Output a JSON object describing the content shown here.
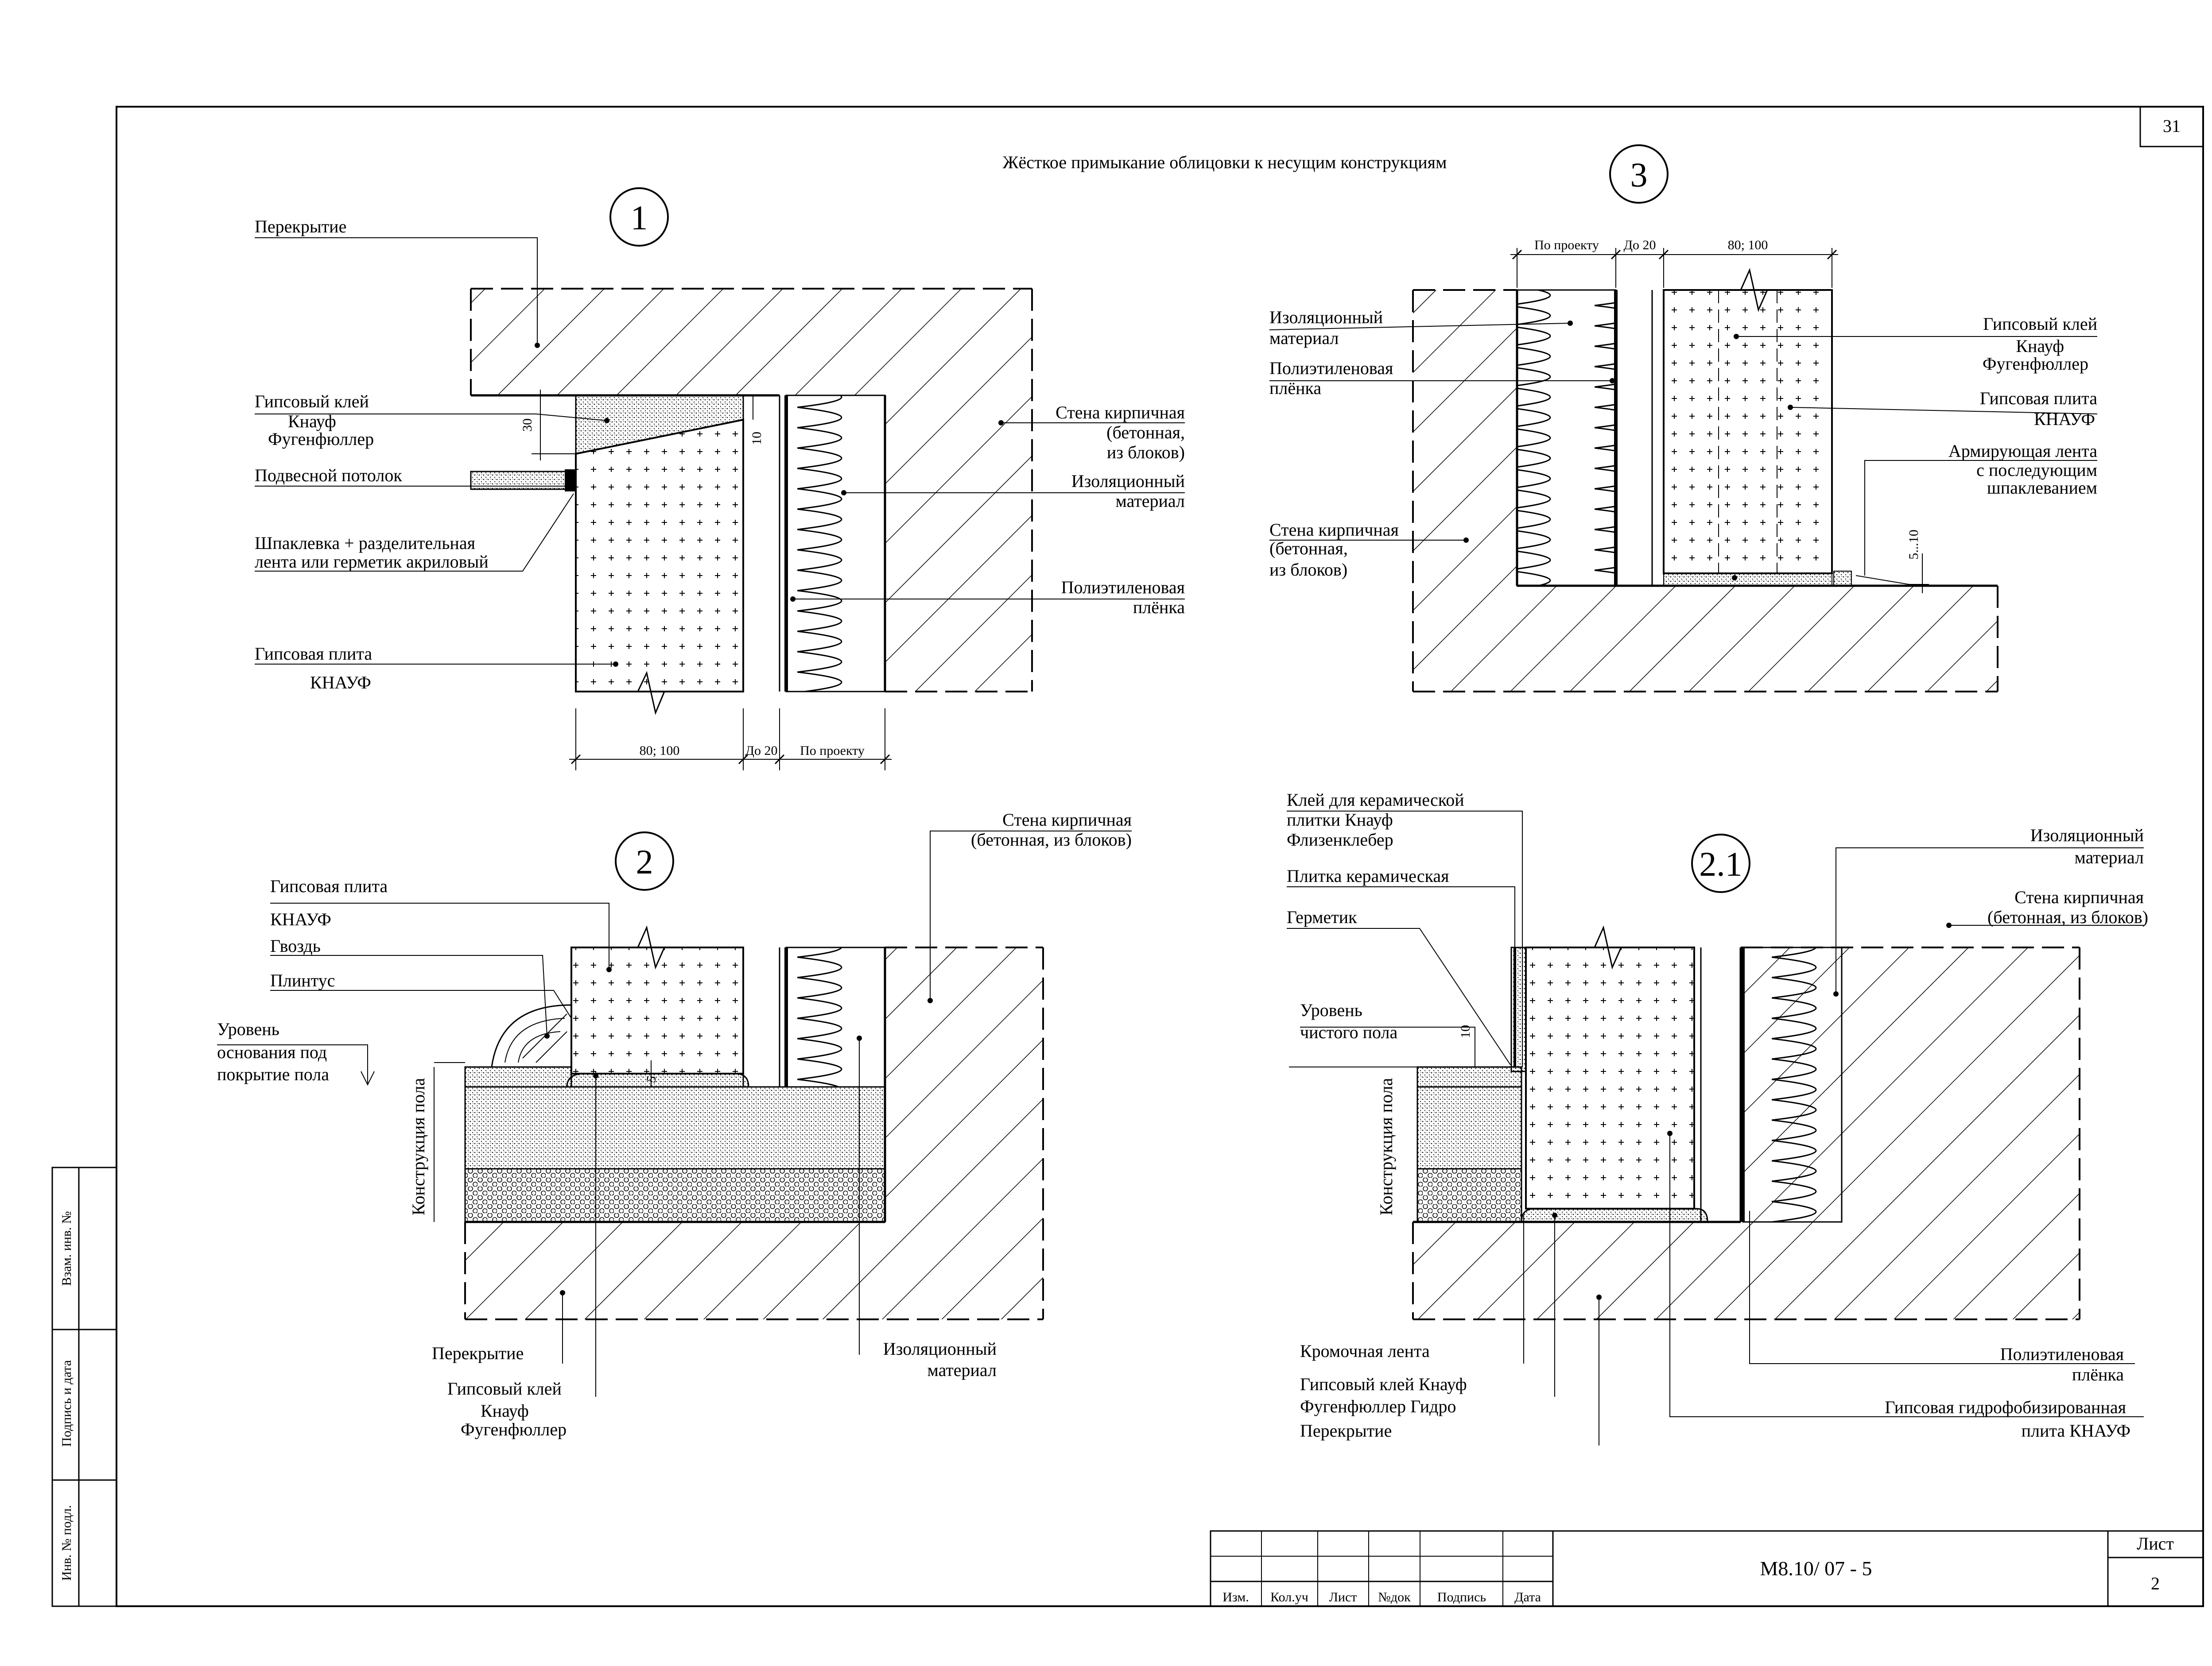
{
  "sheet": {
    "page_number": "31",
    "title": "Жёсткое примыкание облицовки к несущим конструкциям",
    "doc_code": "М8.10/ 07 - 5",
    "sheet_label": "Лист",
    "sheet_number": "2",
    "stamp_cols": [
      "Изм.",
      "Кол.уч",
      "Лист",
      "№док",
      "Подпись",
      "Дата"
    ],
    "side_fields": [
      "Взам. инв. №",
      "Подпись и дата",
      "Инв. № подл."
    ]
  },
  "detail1": {
    "mark": "1",
    "labels": {
      "slab": "Перекрытие",
      "glue_1": "Гипсовый клей",
      "glue_2": "Кнауф",
      "glue_3": "Фугенфюллер",
      "ceiling": "Подвесной потолок",
      "putty_1": "Шпаклевка + разделительная",
      "putty_2": "лента или герметик акриловый",
      "board_1": "Гипсовая плита",
      "board_2": "КНАУФ",
      "wall_1": "Стена кирпичная",
      "wall_2": "(бетонная,",
      "wall_3": "из блоков)",
      "insul_1": "Изоляционный",
      "insul_2": "материал",
      "film_1": "Полиэтиленовая",
      "film_2": "плёнка"
    },
    "dims": {
      "d30": "30",
      "d10": "10",
      "w1": "80; 100",
      "w2": "До 20",
      "w3": "По проекту"
    }
  },
  "detail2": {
    "mark": "2",
    "labels": {
      "wall_1": "Стена кирпичная",
      "wall_2": "(бетонная, из блоков)",
      "board_1": "Гипсовая плита",
      "board_2": "КНАУФ",
      "nail": "Гвоздь",
      "skirting": "Плинтус",
      "level_1": "Уровень",
      "level_2": "основания под",
      "level_3": "покрытие пола",
      "floor": "Конструкция пола",
      "slab": "Перекрытие",
      "glue_1": "Гипсовый клей",
      "glue_2": "Кнауф",
      "glue_3": "Фугенфюллер",
      "insul_1": "Изоляционный",
      "insul_2": "материал"
    },
    "dims": {
      "d5": "5"
    }
  },
  "detail21": {
    "mark": "2.1",
    "labels": {
      "tileglue_1": "Клей для керамической",
      "tileglue_2": "плитки Кнауф",
      "tileglue_3": "Флизенклебер",
      "tile": "Плитка керамическая",
      "sealant": "Герметик",
      "level_1": "Уровень",
      "level_2": "чистого пола",
      "floor": "Конструкция пола",
      "insul_1": "Изоляционный",
      "insul_2": "материал",
      "wall_1": "Стена кирпичная",
      "wall_2": "(бетонная, из блоков)",
      "edge": "Кромочная лента",
      "glue_1": "Гипсовый клей Кнауф",
      "glue_2": "Фугенфюллер Гидро",
      "slab": "Перекрытие",
      "film_1": "Полиэтиленовая",
      "film_2": "плёнка",
      "hboard_1": "Гипсовая гидрофобизированная",
      "hboard_2": "плита КНАУФ"
    },
    "dims": {
      "d10": "10"
    }
  },
  "detail3": {
    "mark": "3",
    "labels": {
      "insul_1": "Изоляционный",
      "insul_2": "материал",
      "film_1": "Полиэтиленовая",
      "film_2": "плёнка",
      "wall_1": "Стена кирпичная",
      "wall_2": "(бетонная,",
      "wall_3": "из блоков)",
      "glue_1": "Гипсовый клей",
      "glue_2": "Кнауф",
      "glue_3": "Фугенфюллер",
      "board_1": "Гипсовая плита",
      "board_2": "КНАУФ",
      "tape_1": "Армирующая лента",
      "tape_2": "с последующим",
      "tape_3": "шпаклеванием"
    },
    "dims": {
      "w1": "По проекту",
      "w2": "До 20",
      "w3": "80; 100",
      "d510": "5...10"
    }
  }
}
